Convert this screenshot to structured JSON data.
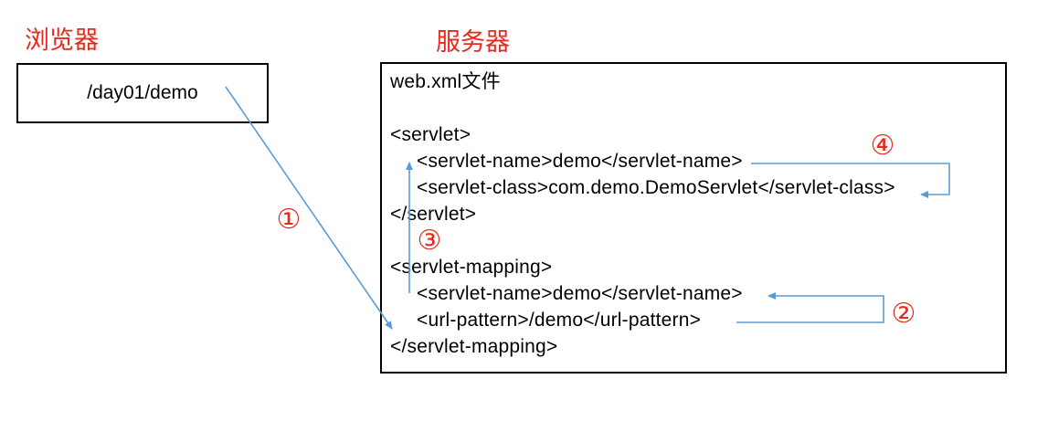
{
  "colors": {
    "label_red": "#e8291c",
    "arrow_blue": "#5b9bd5",
    "border_black": "#000000",
    "text_black": "#000000",
    "background": "#ffffff"
  },
  "browser": {
    "title": "浏览器",
    "request_url": "/day01/demo"
  },
  "server": {
    "title": "服务器",
    "file_label": "web.xml文件",
    "code_lines": [
      {
        "text": "<servlet>"
      },
      {
        "text": "<servlet-name>demo</servlet-name>"
      },
      {
        "text": "<servlet-class>com.demo.DemoServlet</servlet-class>"
      },
      {
        "text": "</servlet>"
      },
      {
        "text": ""
      },
      {
        "text": "<servlet-mapping>"
      },
      {
        "text": "<servlet-name>demo</servlet-name>"
      },
      {
        "text": "<url-pattern>/demo</url-pattern>"
      },
      {
        "text": "</servlet-mapping>"
      }
    ]
  },
  "steps": [
    {
      "label": "①"
    },
    {
      "label": "②"
    },
    {
      "label": "③"
    },
    {
      "label": "④"
    }
  ]
}
